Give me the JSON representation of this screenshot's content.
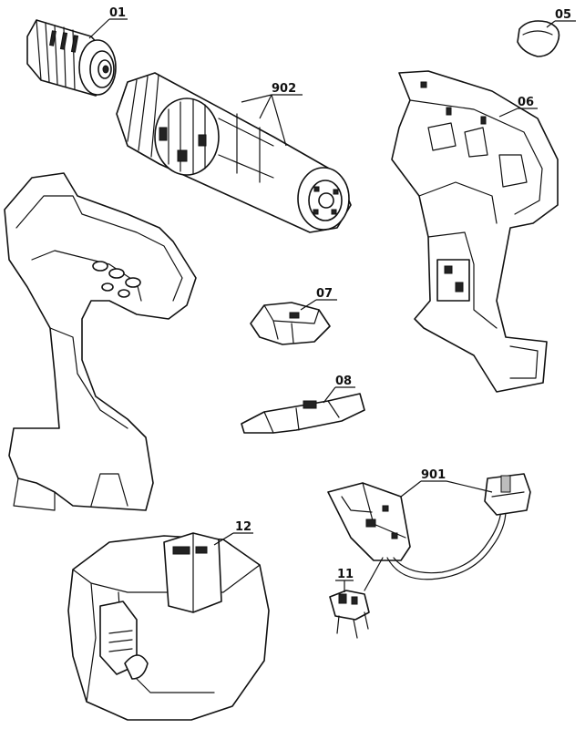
{
  "parts": [
    {
      "id": "chuck",
      "label": "01"
    },
    {
      "id": "gearbox",
      "label": "902"
    },
    {
      "id": "cap",
      "label": "05"
    },
    {
      "id": "housing-right",
      "label": "06"
    },
    {
      "id": "switch-piece",
      "label": "07"
    },
    {
      "id": "slider",
      "label": "08"
    },
    {
      "id": "switch",
      "label": "901"
    },
    {
      "id": "terminal",
      "label": "11"
    },
    {
      "id": "battery",
      "label": "12"
    }
  ],
  "colors": {
    "line": "#111111",
    "background": "#ffffff",
    "shade": "#bdbdbd"
  }
}
